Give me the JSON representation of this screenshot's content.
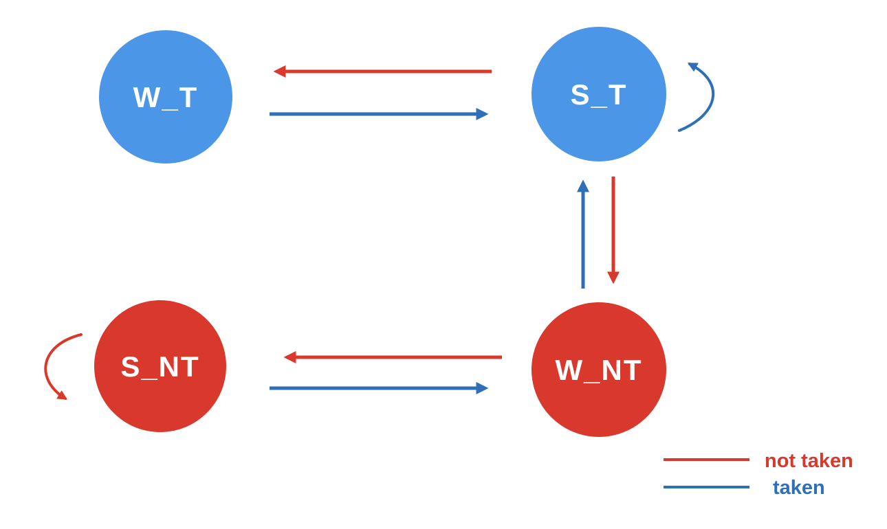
{
  "diagram": {
    "type": "state-machine",
    "description": "Two-bit branch predictor state transition diagram",
    "states": [
      {
        "label": "W_T",
        "group": "taken"
      },
      {
        "label": "S_T",
        "group": "taken"
      },
      {
        "label": "S_NT",
        "group": "not_taken"
      },
      {
        "label": "W_NT",
        "group": "not_taken"
      }
    ],
    "transitions": [
      {
        "from": "S_T",
        "to": "W_T",
        "on": "not taken"
      },
      {
        "from": "W_T",
        "to": "S_T",
        "on": "taken"
      },
      {
        "from": "S_T",
        "to": "S_T",
        "on": "taken"
      },
      {
        "from": "S_T",
        "to": "W_NT",
        "on": "not taken"
      },
      {
        "from": "W_NT",
        "to": "S_T",
        "on": "taken"
      },
      {
        "from": "W_NT",
        "to": "S_NT",
        "on": "not taken"
      },
      {
        "from": "S_NT",
        "to": "W_NT",
        "on": "taken"
      },
      {
        "from": "S_NT",
        "to": "S_NT",
        "on": "not taken"
      }
    ]
  },
  "legend": {
    "not_taken_label": "not taken",
    "taken_label": "taken"
  },
  "colors": {
    "taken_node": "#4C96E8",
    "not_taken_node": "#D8392C",
    "taken_arrow": "#2E6FB7",
    "not_taken_arrow": "#D8392C",
    "node_text": "#FFFFFF",
    "background": "#FFFFFF"
  }
}
